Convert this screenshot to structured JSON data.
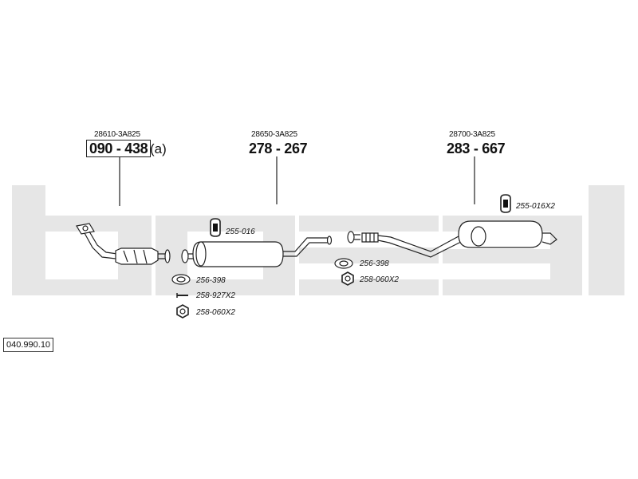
{
  "document_number": "040.990.10",
  "watermark_color": "#e6e6e6",
  "parts": [
    {
      "oem": "28610-3A825",
      "number": "090 - 438",
      "suffix": "(a)"
    },
    {
      "oem": "28650-3A825",
      "number": "278 - 267"
    },
    {
      "oem": "28700-3A825",
      "number": "283 - 667"
    }
  ],
  "accessories": [
    {
      "label": "255-016",
      "icon": "rubber-mount-icon"
    },
    {
      "label": "255-016X2",
      "icon": "rubber-mount-icon"
    },
    {
      "label": "256-398",
      "icon": "gasket-icon"
    },
    {
      "label": "258-927X2",
      "icon": "bolt-icon"
    },
    {
      "label": "258-060X2",
      "icon": "nut-icon"
    },
    {
      "label": "256-398",
      "icon": "gasket-icon"
    },
    {
      "label": "258-060X2",
      "icon": "nut-icon"
    }
  ]
}
